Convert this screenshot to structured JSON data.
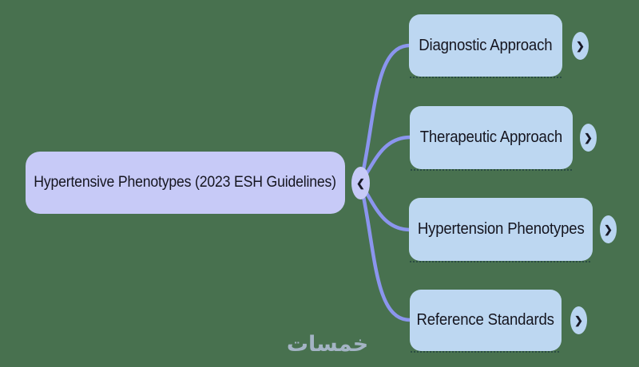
{
  "diagram": {
    "type": "mindmap",
    "background_color": "#48714f",
    "connector_color": "#8b95ee",
    "root": {
      "label": "Hypertensive Phenotypes (2023 ESH Guidelines)",
      "fill": "#c7caf7",
      "collapse_icon": "❮"
    },
    "children": [
      {
        "label": "Diagnostic Approach",
        "fill": "#bdd7f1",
        "expand_icon": "❯"
      },
      {
        "label": "Therapeutic Approach",
        "fill": "#bdd7f1",
        "expand_icon": "❯"
      },
      {
        "label": "Hypertension Phenotypes",
        "fill": "#bdd7f1",
        "expand_icon": "❯"
      },
      {
        "label": "Reference Standards",
        "fill": "#bdd7f1",
        "expand_icon": "❯"
      }
    ]
  },
  "watermark": {
    "text": "خمسات",
    "color": "#a9b8cc"
  }
}
